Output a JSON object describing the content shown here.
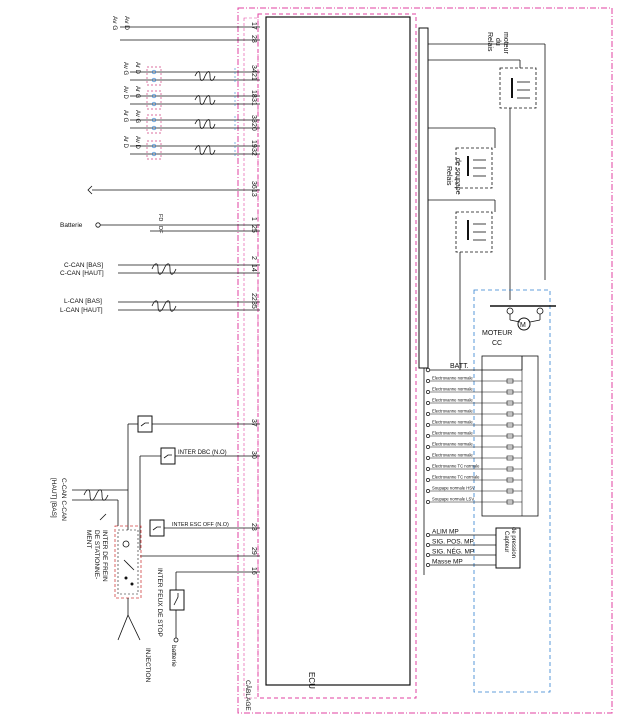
{
  "left": {
    "avg_labels_1": [
      "Av G",
      "Av D"
    ],
    "pair_rows": [
      {
        "labels": [
          "Av G",
          "Ar D"
        ]
      },
      {
        "labels": [
          "Av D",
          "Ar G"
        ]
      },
      {
        "labels": [
          "Ar G",
          "Av G"
        ]
      },
      {
        "labels": [
          "Ar D",
          "Av D"
        ]
      }
    ],
    "battery": "Batterie",
    "fd_df": [
      "FD",
      "DF"
    ],
    "ccan_bas": "C-CAN [BAS]",
    "ccan_haut": "C-CAN [HAUT]",
    "lcan_bas": "L-CAN [BAS]",
    "lcan_haut": "L-CAN [HAUT]",
    "inter_dbc": "INTER DBC (N.O)",
    "inter_esc": "INTER ESC OFF (N.O)",
    "inter_feux": "INTER FEUX DE STOP",
    "batterie2": "batterie",
    "injection": "INJECTION",
    "inter_frein": "INTER DE FREIN DE STATIONNE-MENT",
    "ccan_pair": [
      "C-CAN C-CAN",
      "[HAUT] [BAS]"
    ]
  },
  "pins": [
    "17",
    "28",
    "34",
    "21",
    "18",
    "31",
    "33",
    "20",
    "19",
    "32",
    "36",
    "13",
    "1",
    "25",
    "2",
    "14",
    "22",
    "35",
    "37",
    "30",
    "23",
    "29",
    "16"
  ],
  "ecu_label": "ECU",
  "cablage_label": "CÂBLAGE",
  "right": {
    "relais_moteur": [
      "Relais",
      "du",
      "moteur"
    ],
    "relais_soupape": [
      "Relais",
      "de soupape"
    ],
    "moteur_cc": [
      "MOTEUR",
      "CC"
    ],
    "batt": "BATT.",
    "valves": [
      "Electrovanne normale",
      "Electrovanne normale",
      "Electrovanne normale",
      "Electrovanne normale",
      "Electrovanne normale",
      "Electrovanne normale",
      "Electrovanne normale",
      "Electrovanne normale",
      "Electrovanne TC normale",
      "Electrovanne TC normale",
      "Soupape normale HSV",
      "Soupape normale LSV"
    ],
    "sensor_lines": [
      "ALIM MP",
      "SIG. POS. MP",
      "SIG. NÉG. MP",
      "Masse MP"
    ],
    "capteur": [
      "Capteur",
      "de pression"
    ]
  }
}
